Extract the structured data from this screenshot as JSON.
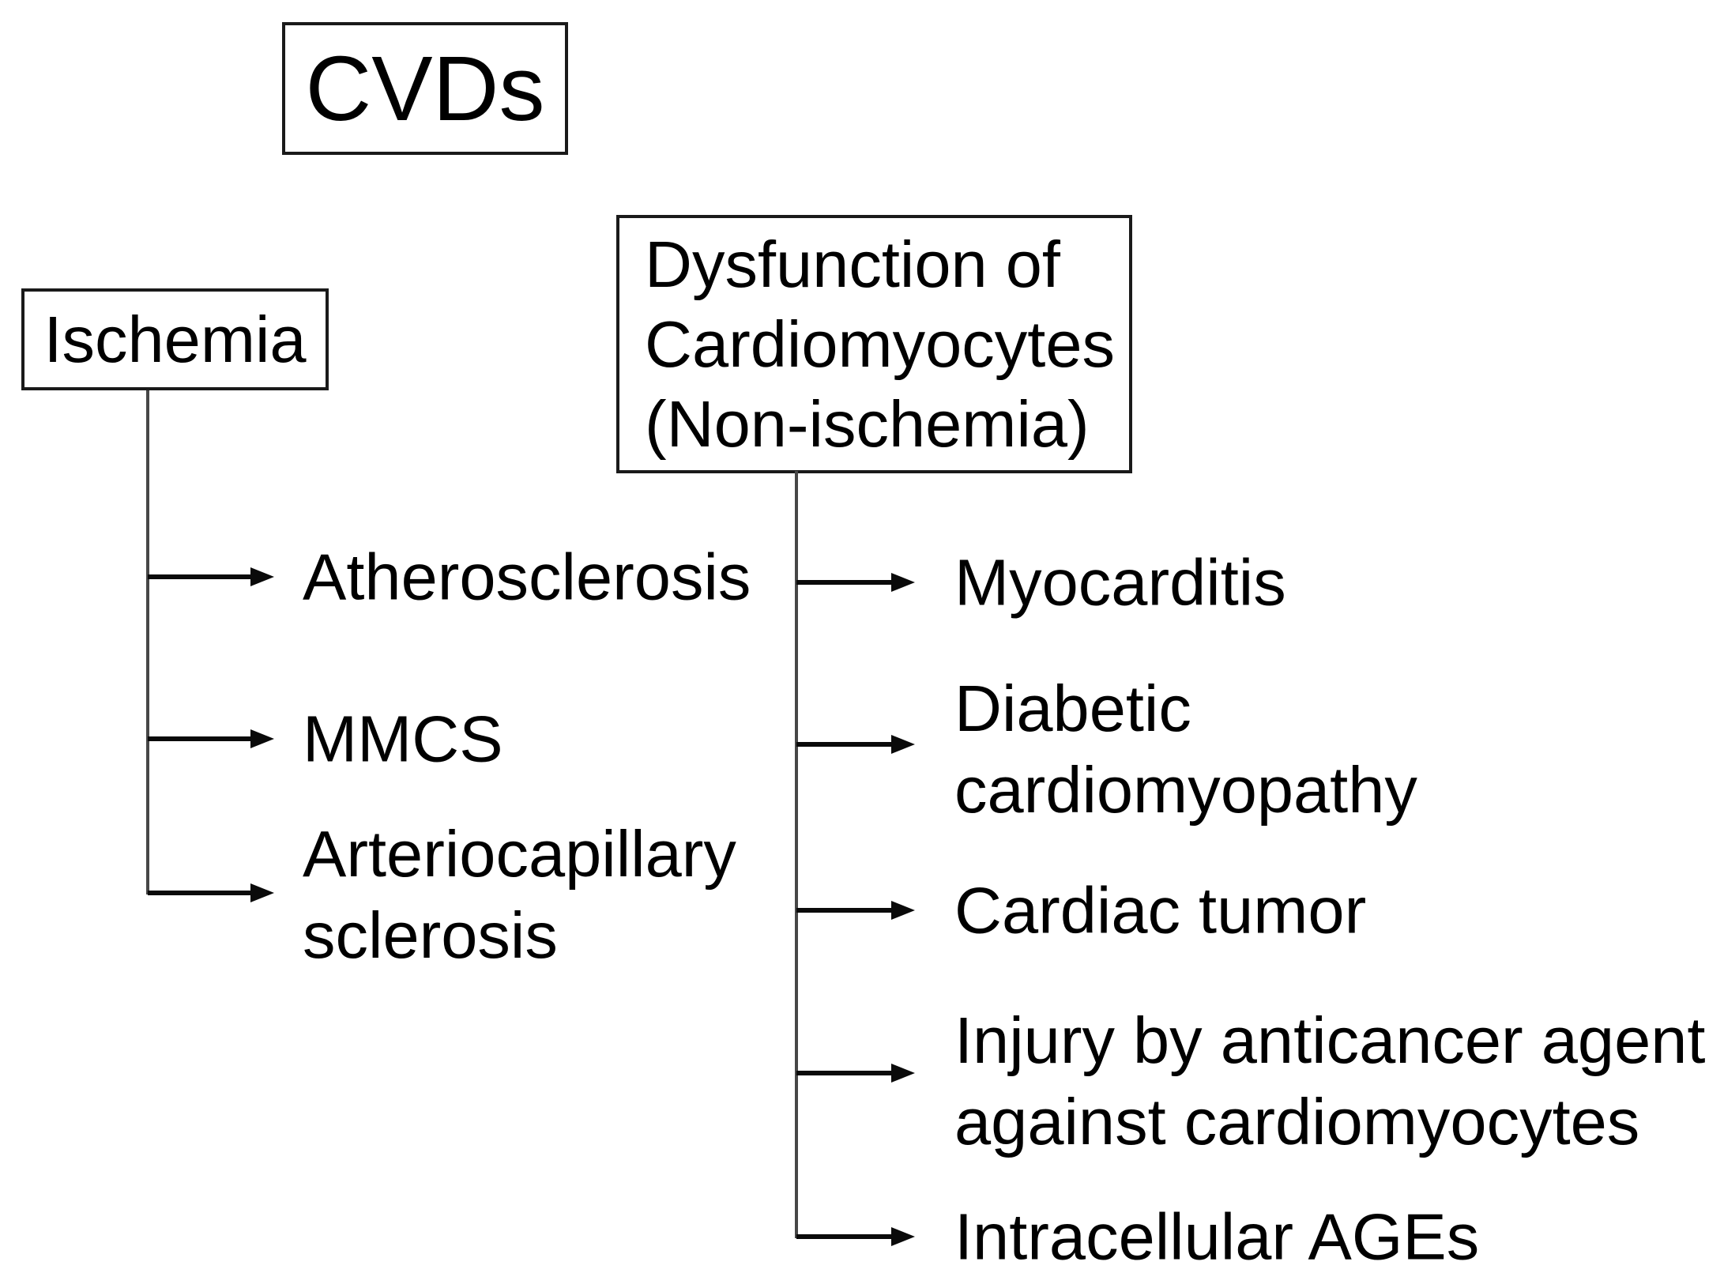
{
  "diagram": {
    "root_label": "CVDs",
    "branches": [
      {
        "box_label": "Ischemia",
        "children": [
          "Atherosclerosis",
          "MMCS",
          "Arteriocapillary\nsclerosis"
        ]
      },
      {
        "box_label": "Dysfunction of\nCardiomyocytes\n(Non-ischemia)",
        "children": [
          "Myocarditis",
          "Diabetic\ncardiomyopathy",
          "Cardiac tumor",
          "Injury by anticancer agent\nagainst cardiomyocytes",
          "Intracellular AGEs"
        ]
      }
    ],
    "colors": {
      "text": "#000000",
      "box_border": "#1a1a1a",
      "connector_line": "#474747",
      "arrow": "#0a0a0a",
      "background": "#ffffff"
    },
    "icons": {
      "arrow_head": "right-pointing-triangle"
    }
  }
}
